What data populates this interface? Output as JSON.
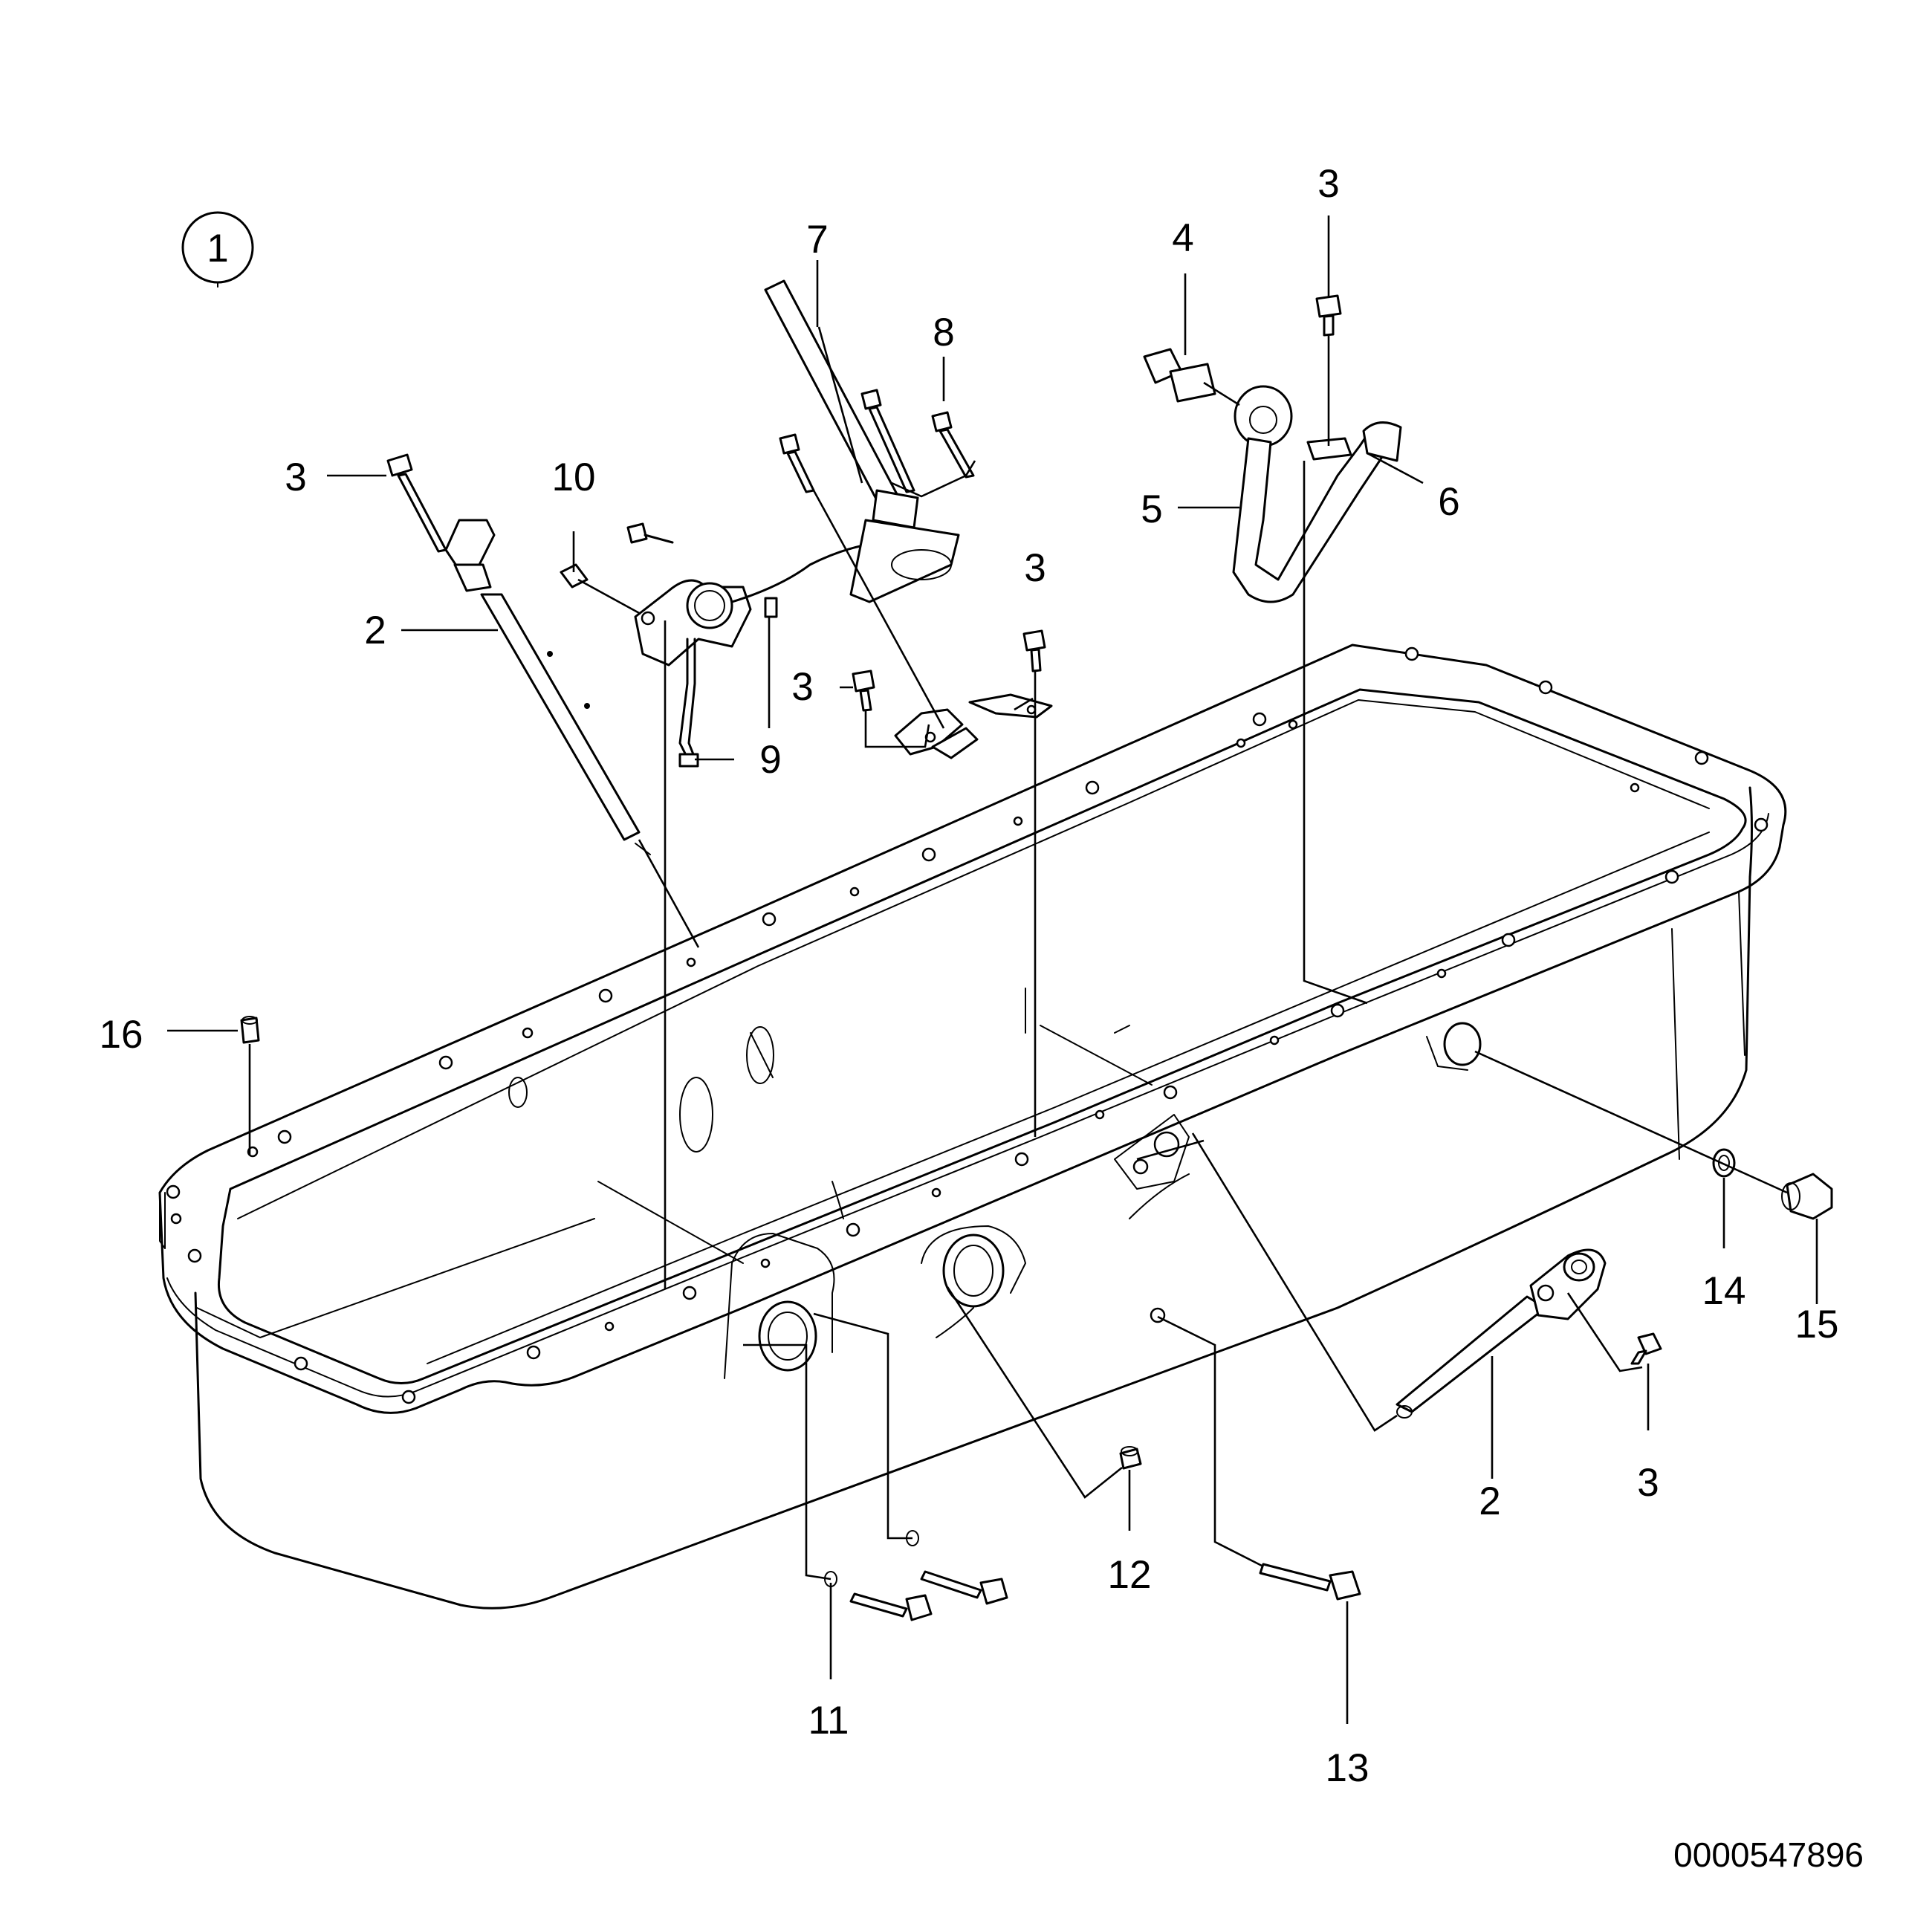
{
  "view_number": "1",
  "document_number": "0000547896",
  "callouts": {
    "c3_dipstick": "3",
    "c2_dipstick": "2",
    "c10": "10",
    "c9": "9",
    "c7": "7",
    "c8": "8",
    "c3_bracket_left": "3",
    "c3_bracket_right": "3",
    "c4": "4",
    "c3_top": "3",
    "c5": "5",
    "c6": "6",
    "c16": "16",
    "c14": "14",
    "c15": "15",
    "c2_tube": "2",
    "c3_tube": "3",
    "c12": "12",
    "c11": "11",
    "c13": "13"
  }
}
